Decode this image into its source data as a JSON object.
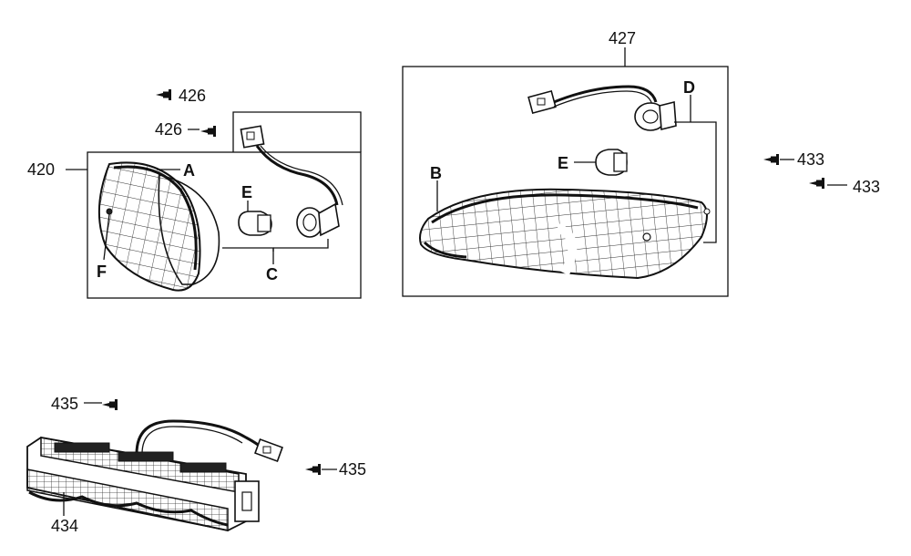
{
  "labels": {
    "p426a": "426",
    "p426b": "426",
    "p420": "420",
    "p427": "427",
    "p433a": "433",
    "p433b": "433",
    "p435a": "435",
    "p435b": "435",
    "p434": "434",
    "A": "A",
    "B": "B",
    "C": "C",
    "D": "D",
    "E1": "E",
    "E2": "E",
    "F": "F"
  },
  "icons": [
    "screw-icon",
    "bulb-icon",
    "socket-icon",
    "connector-icon",
    "lamp-lens-icon"
  ]
}
